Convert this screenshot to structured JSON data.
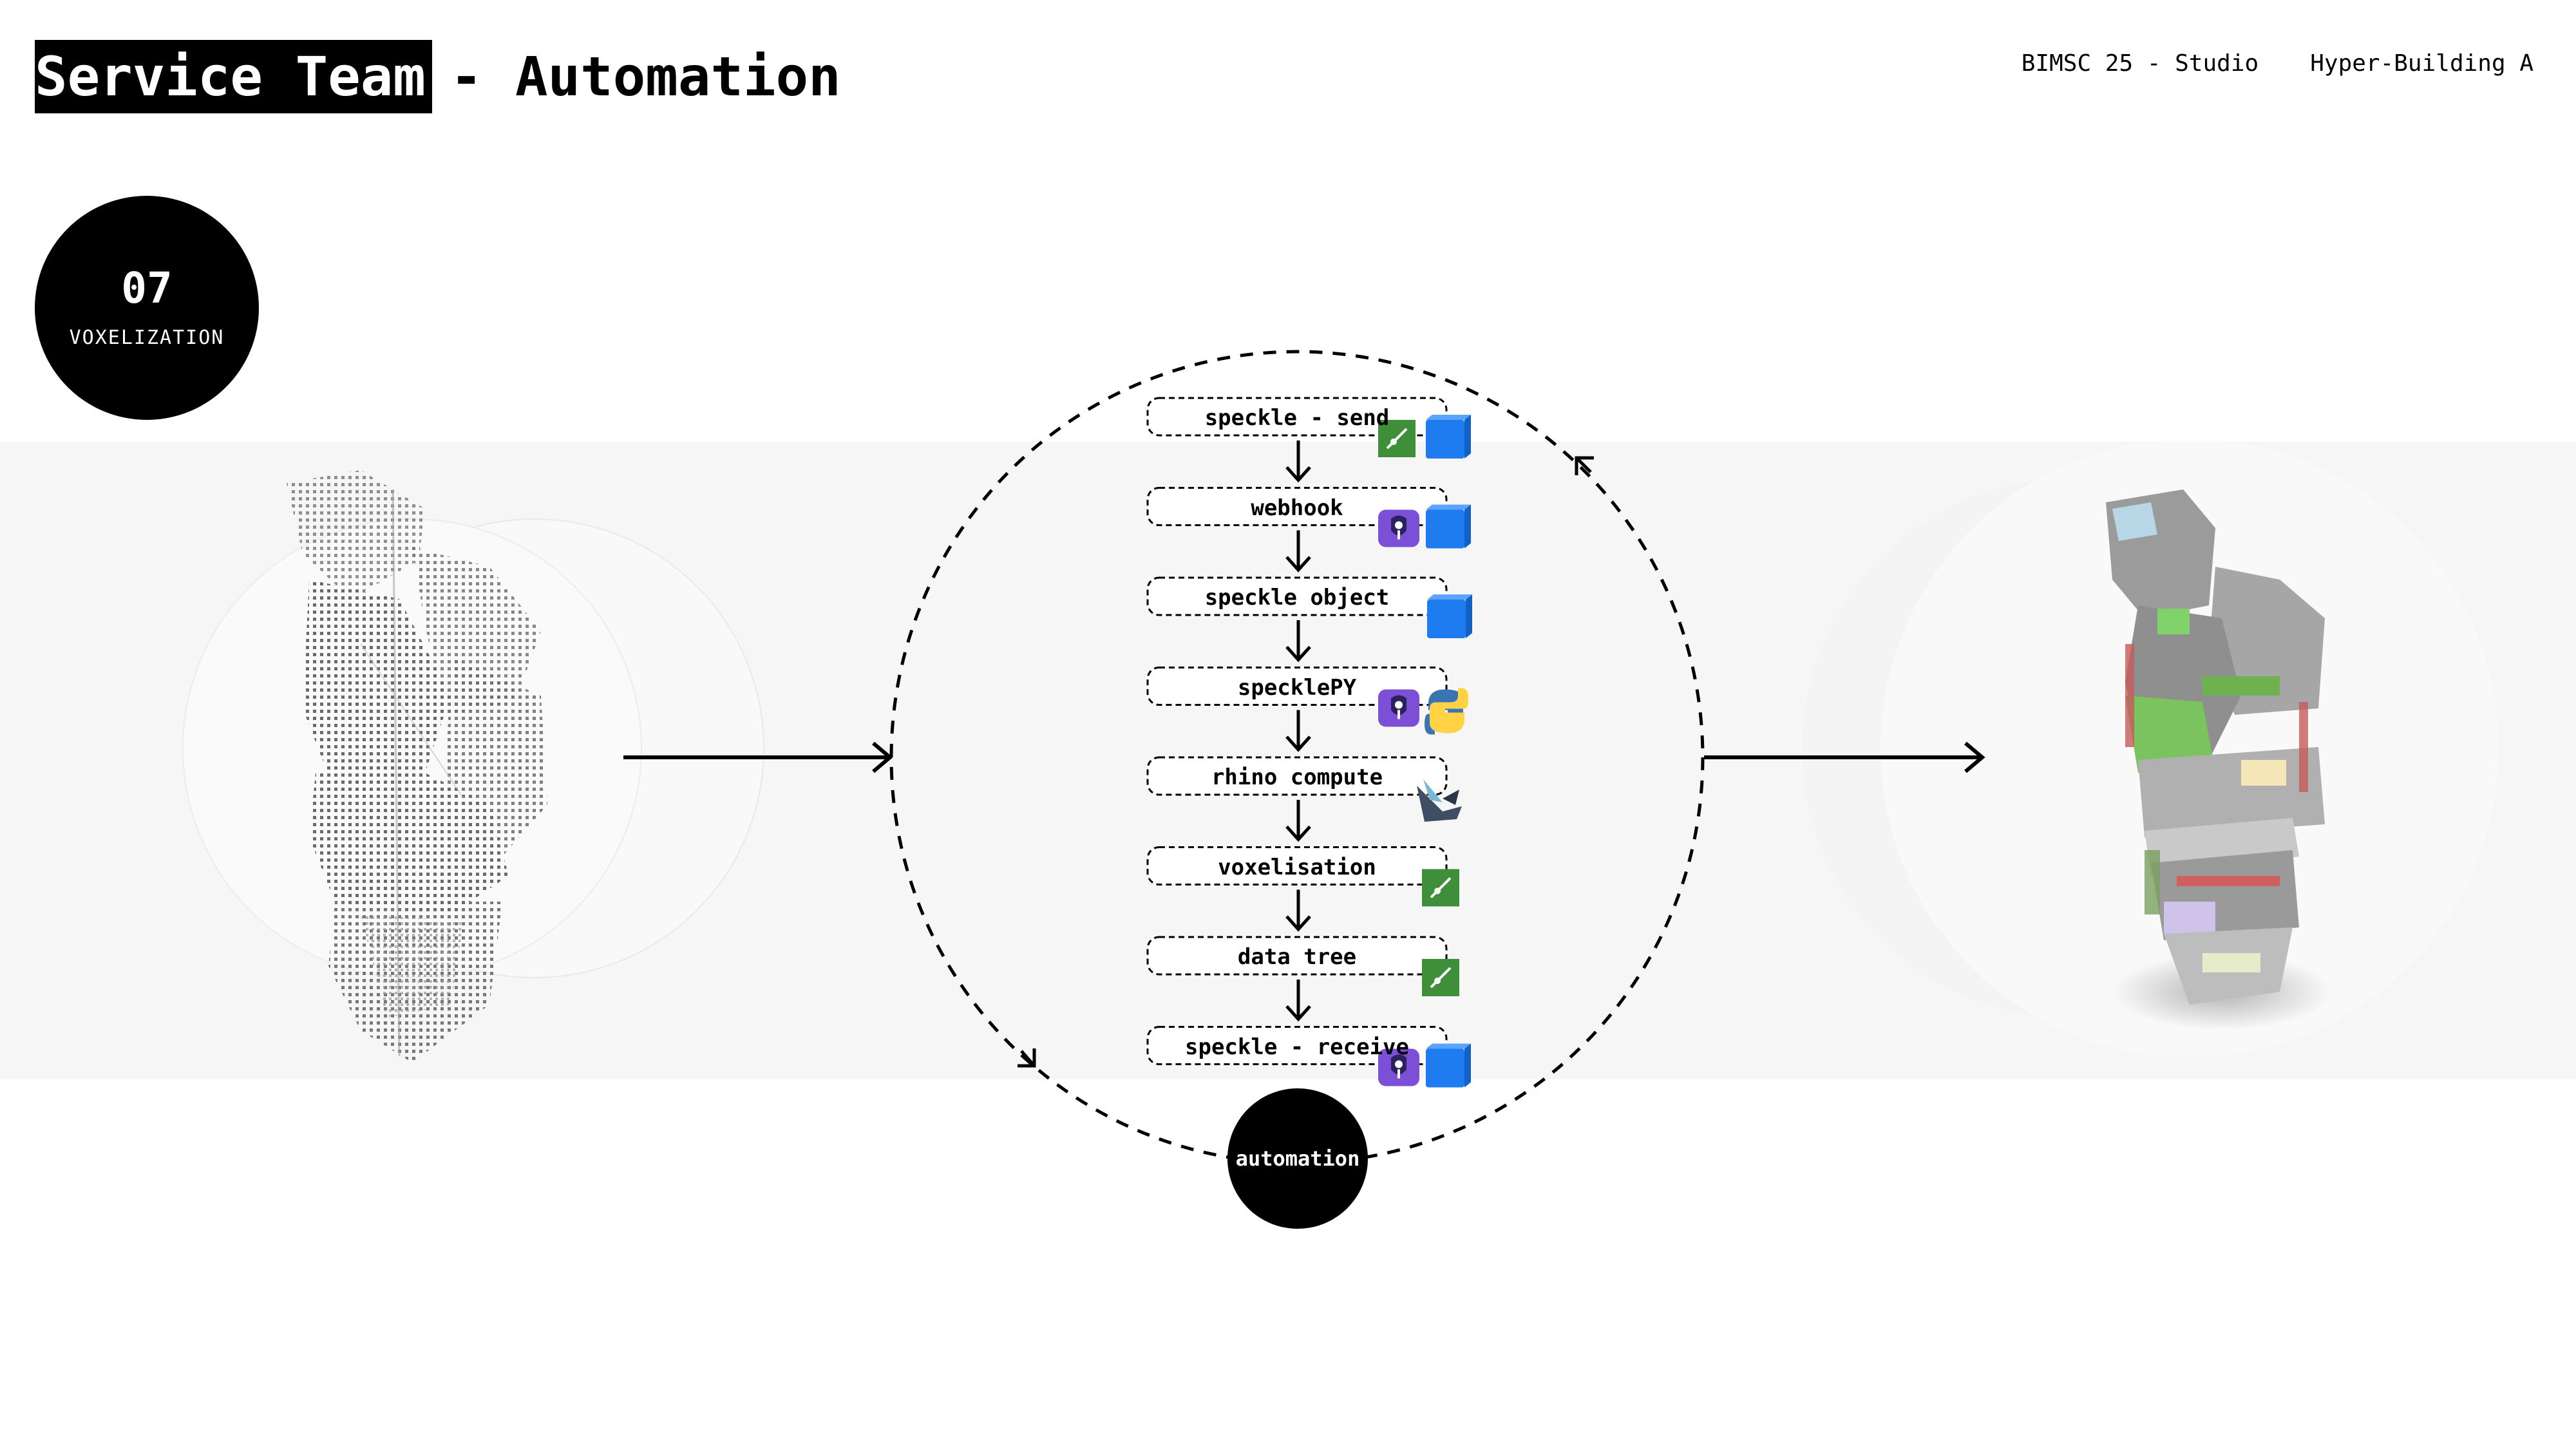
{
  "header": {
    "title_highlight": "Service Team",
    "title_rest": "- Automation",
    "course": "BIMSC 25 - Studio",
    "project": "Hyper-Building A"
  },
  "badge": {
    "number": "07",
    "label": "VOXELIZATION"
  },
  "workflow": {
    "center_label": "automation",
    "steps": [
      {
        "label": "speckle - send",
        "icons": [
          "grasshopper-icon",
          "speckle-icon"
        ]
      },
      {
        "label": "webhook",
        "icons": [
          "github-actions-icon",
          "speckle-icon"
        ]
      },
      {
        "label": "speckle object",
        "icons": [
          "speckle-icon"
        ]
      },
      {
        "label": "specklePY",
        "icons": [
          "github-actions-icon",
          "python-icon"
        ]
      },
      {
        "label": "rhino compute",
        "icons": [
          "rhino-icon"
        ]
      },
      {
        "label": "voxelisation",
        "icons": [
          "grasshopper-icon"
        ]
      },
      {
        "label": "data tree",
        "icons": [
          "grasshopper-icon"
        ]
      },
      {
        "label": "speckle - receive",
        "icons": [
          "github-actions-icon",
          "speckle-icon"
        ]
      }
    ]
  },
  "colors": {
    "speckle_blue": "#1f7cf0",
    "grasshopper_green": "#3f8f3a",
    "github_purple": "#7b4fd6",
    "python_blue": "#3b74b3",
    "python_yellow": "#ffd343"
  }
}
